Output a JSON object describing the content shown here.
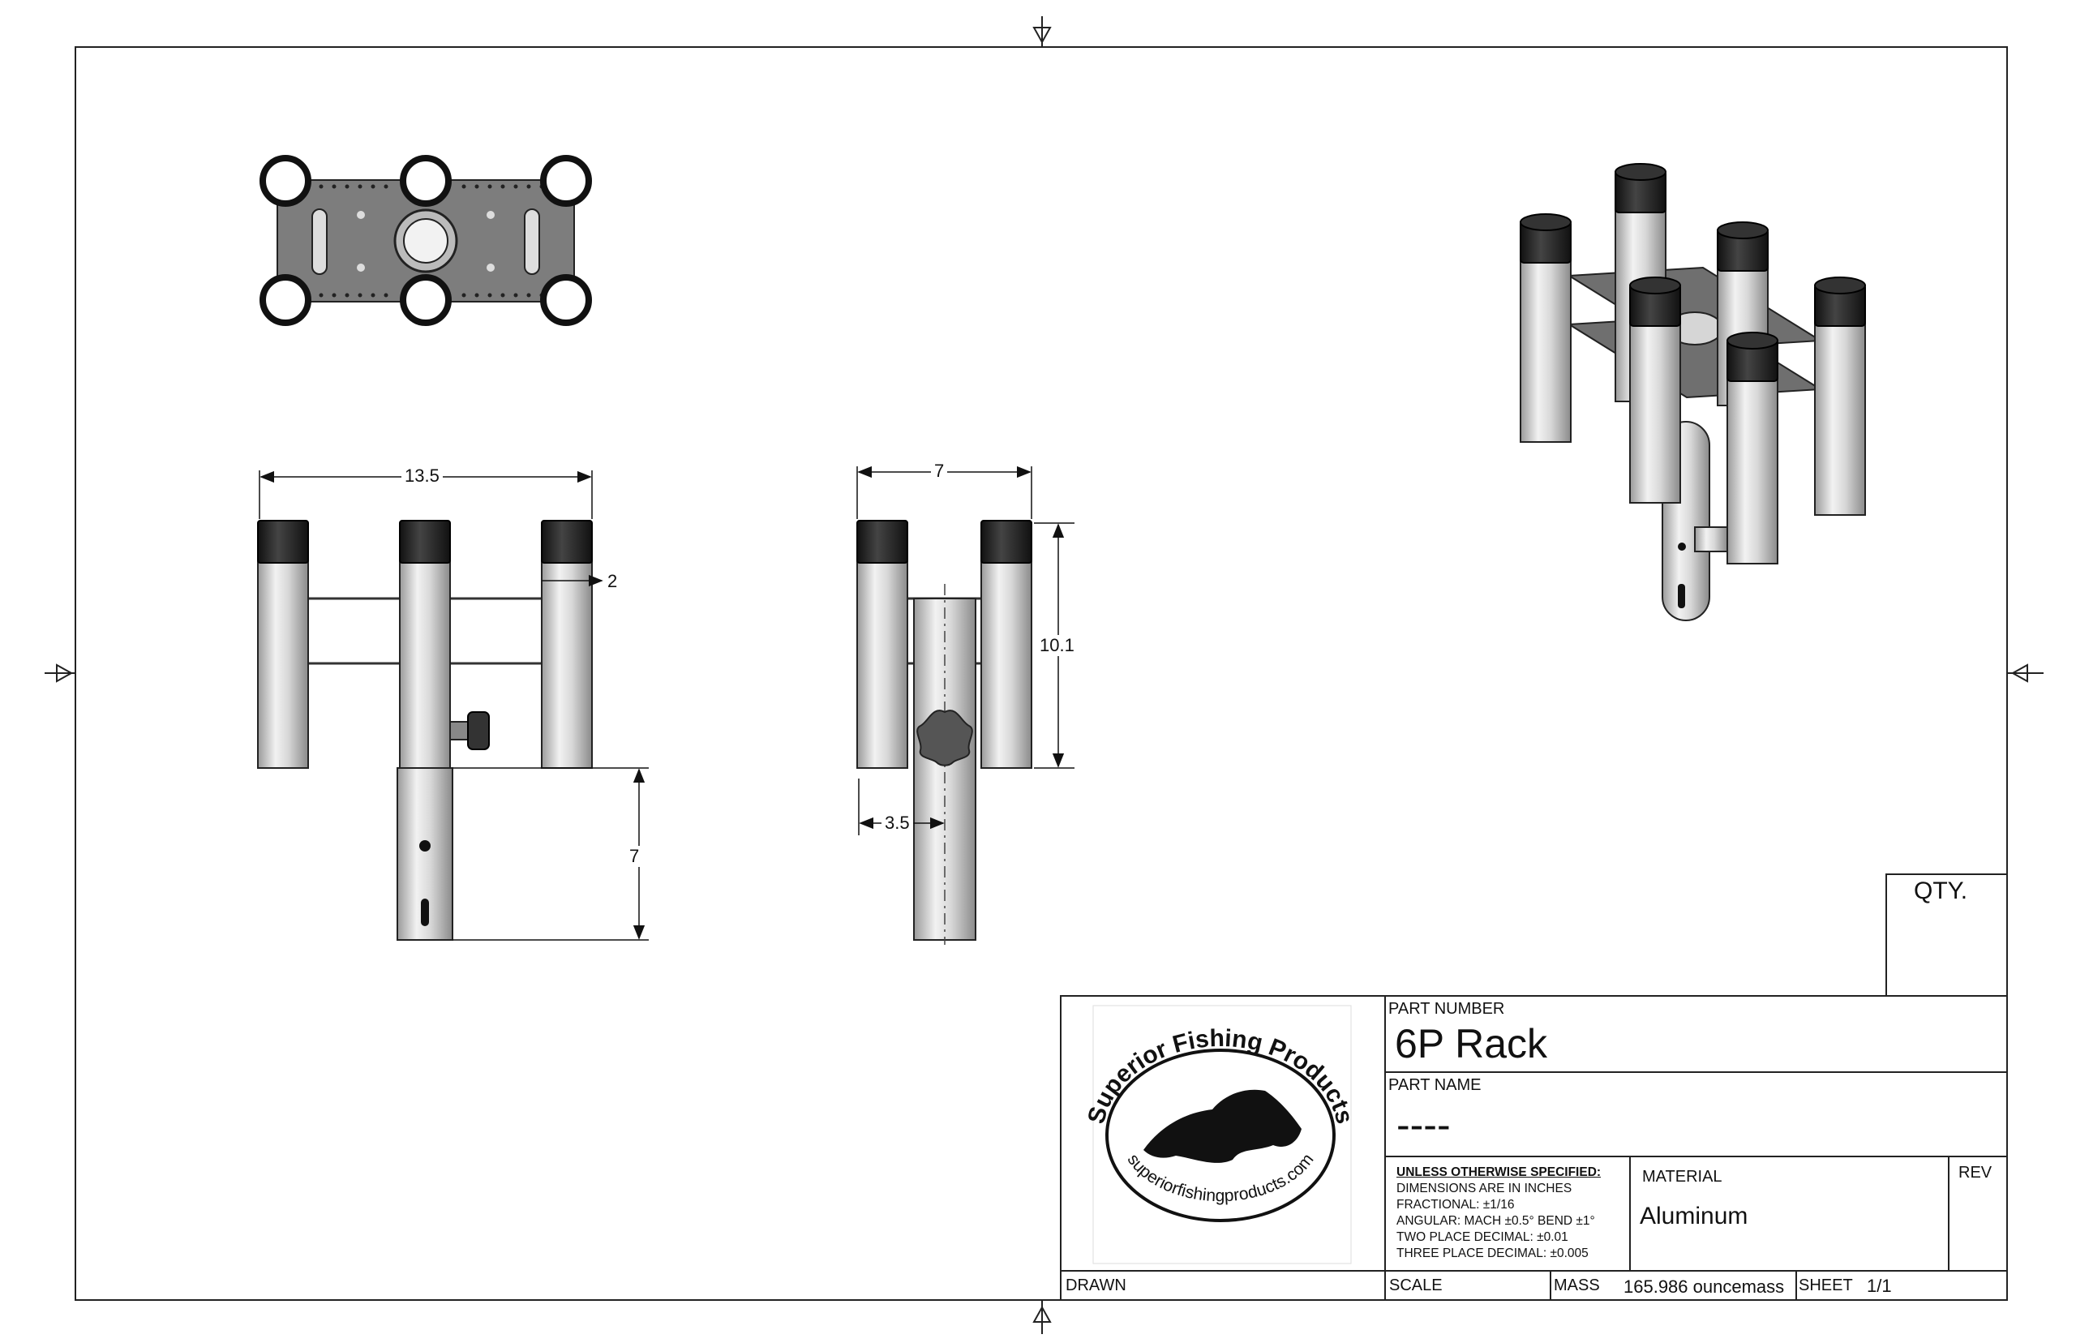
{
  "dimensions": {
    "width_top": "13.5",
    "tube_dia": "2",
    "depth": "7",
    "height": "10.1",
    "post_length": "7",
    "post_offset": "3.5"
  },
  "title_block": {
    "qty_label": "QTY.",
    "part_number_label": "PART NUMBER",
    "part_number": "6P Rack",
    "part_name_label": "PART NAME",
    "part_name": "----",
    "tolerance_heading": "UNLESS OTHERWISE SPECIFIED:",
    "tolerance_lines": [
      "DIMENSIONS ARE IN INCHES",
      "FRACTIONAL: ±1/16",
      "ANGULAR: MACH ±0.5°  BEND ±1°",
      "TWO PLACE DECIMAL: ±0.01",
      "THREE PLACE DECIMAL: ±0.005"
    ],
    "material_label": "MATERIAL",
    "material": "Aluminum",
    "rev_label": "REV",
    "drawn_label": "DRAWN",
    "scale_label": "SCALE",
    "mass_label": "MASS",
    "mass_value": "165.986 ouncemass",
    "sheet_label": "SHEET",
    "sheet_value": "1/1"
  },
  "logo": {
    "brand": "Superior Fishing Products",
    "url": "superiorfishingproducts.com"
  },
  "colors": {
    "tube_light": "#e4e4e4",
    "tube_dark": "#8a8a8a",
    "cap": "#1e1e1e",
    "plate": "#7d7d7d"
  }
}
